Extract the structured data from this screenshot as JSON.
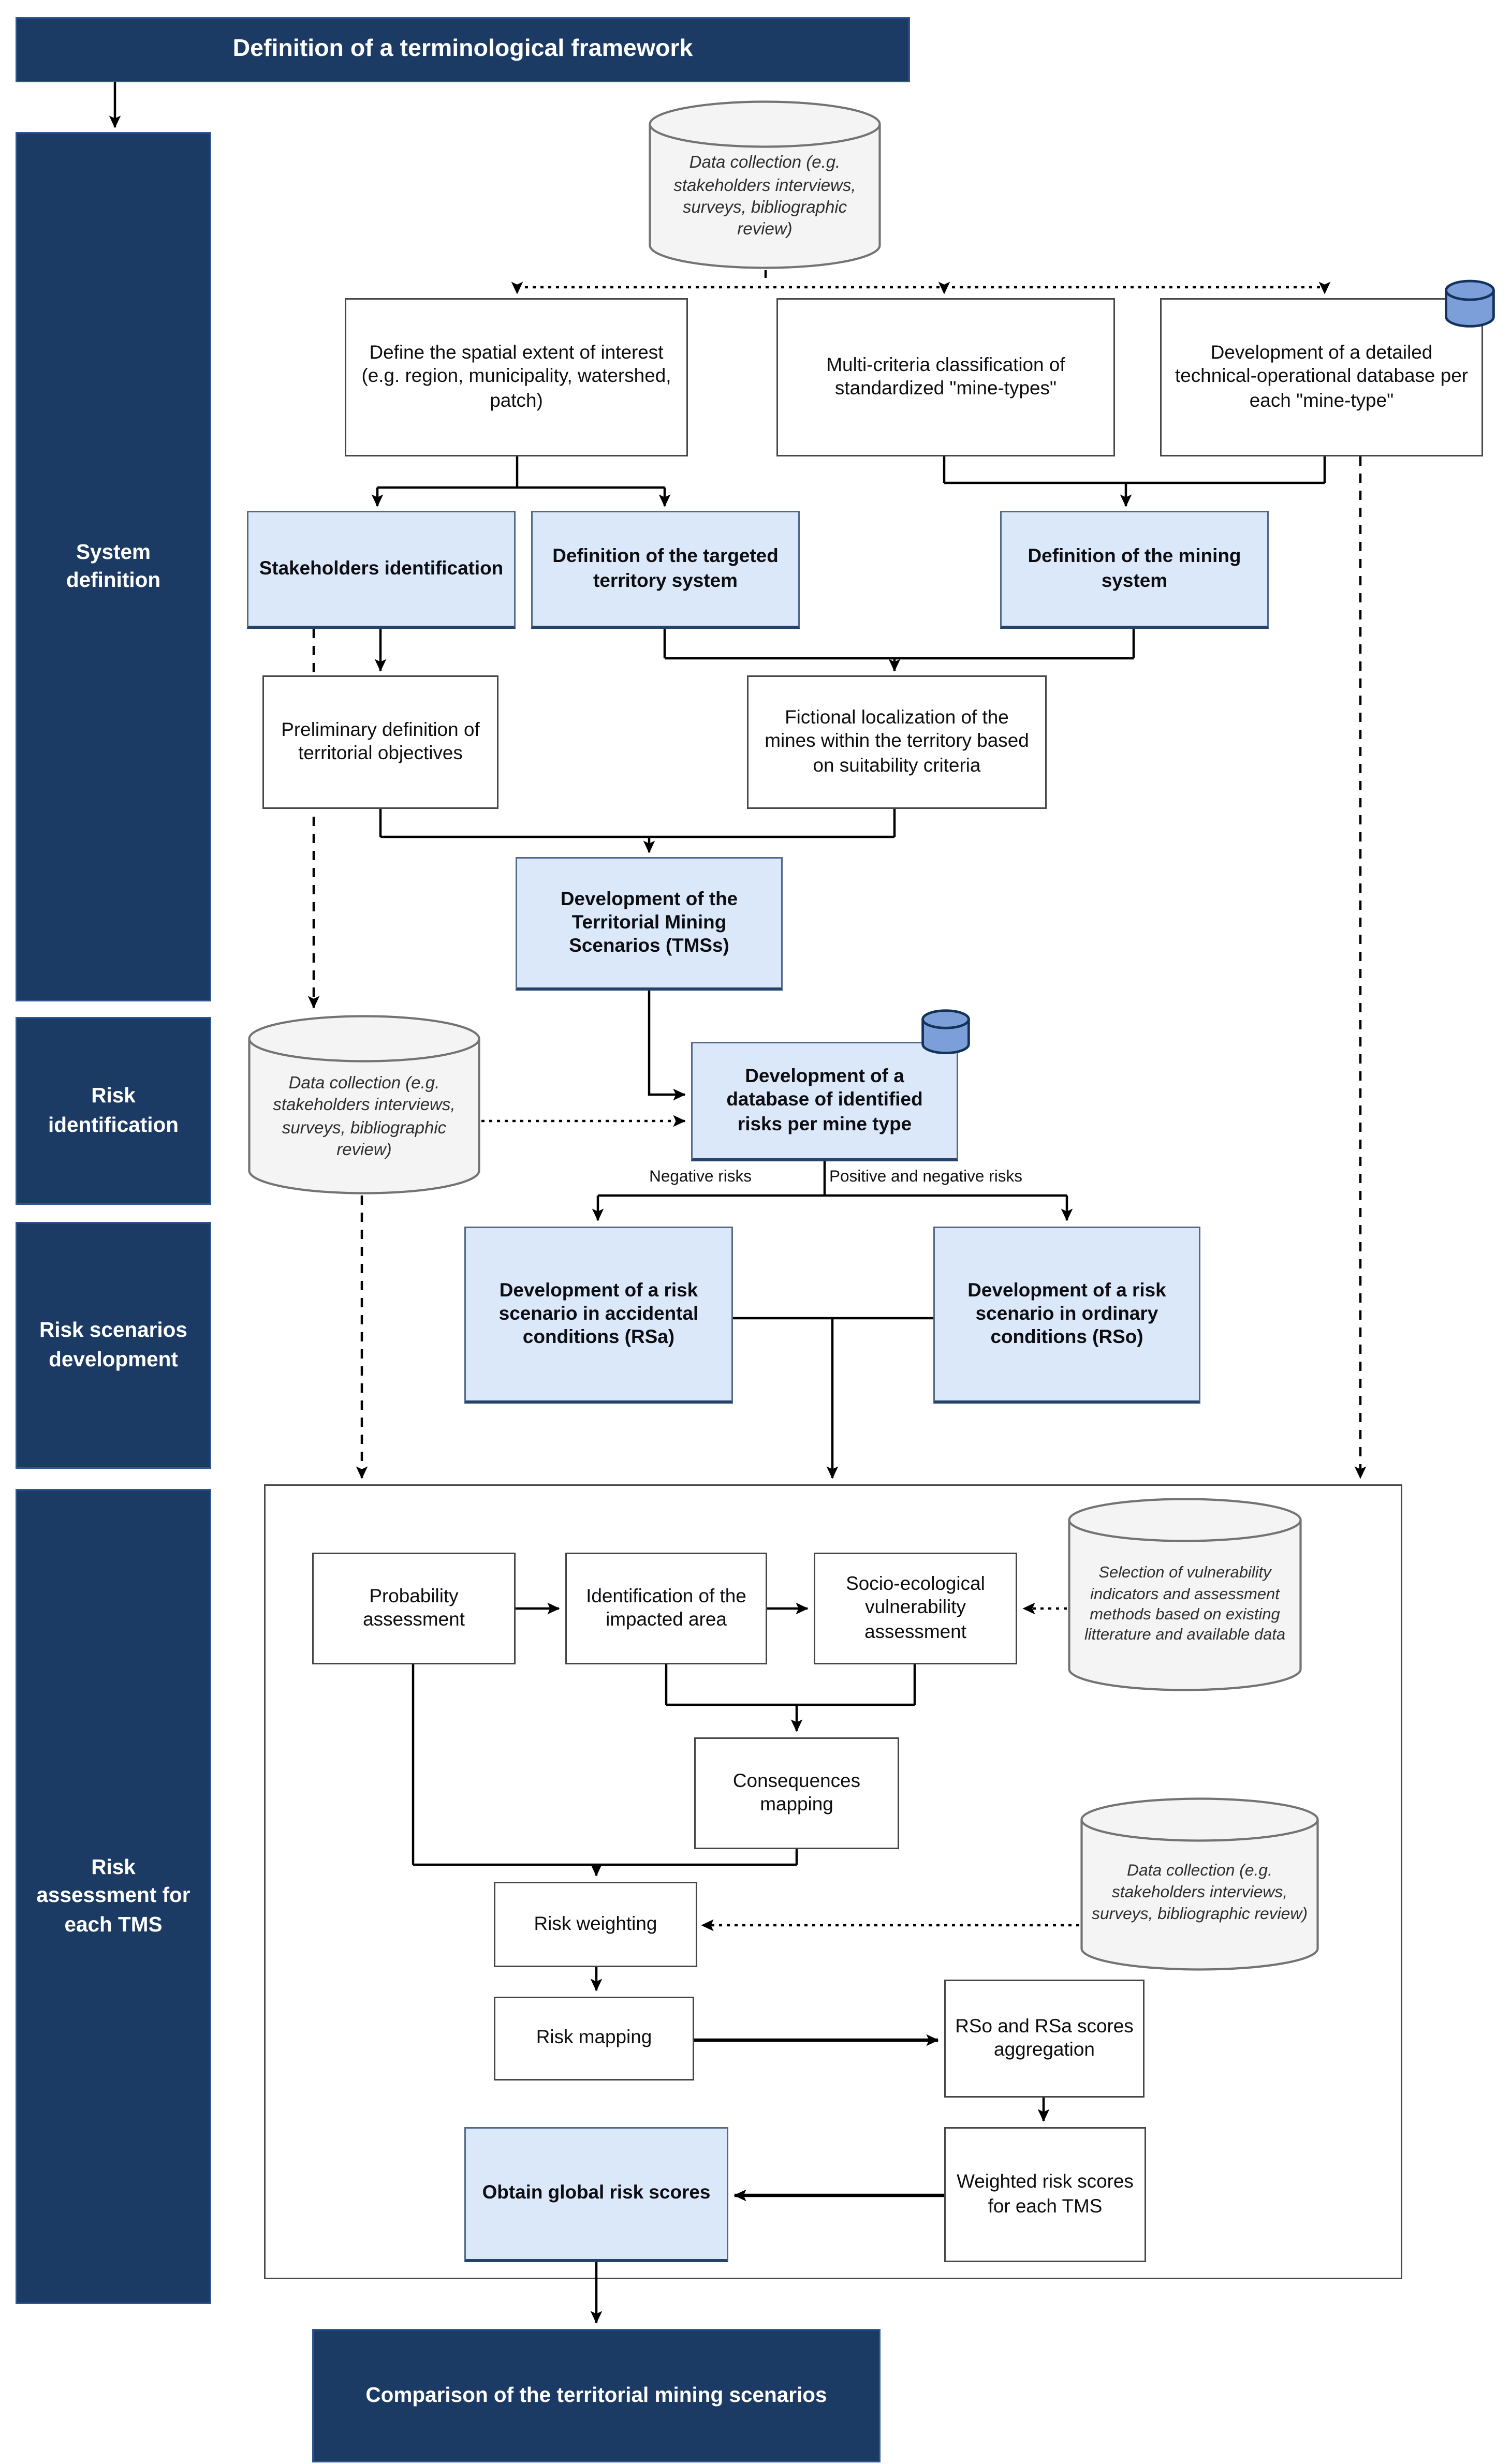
{
  "diagram_title": "Definition of a terminological framework",
  "sidebar": {
    "phases": [
      {
        "label": "System definition"
      },
      {
        "label": "Risk identification"
      },
      {
        "label": "Risk scenarios development"
      },
      {
        "label": "Risk assessment for each TMS"
      }
    ]
  },
  "nodes": {
    "define_spatial": {
      "label": "Define the spatial extent of interest (e.g. region, municipality, watershed, patch)"
    },
    "multi_criteria": {
      "label": "Multi-criteria classification of standardized \"mine-types\""
    },
    "technical_database": {
      "label": "Development of a detailed technical-operational database per each \"mine-type\""
    },
    "stakeholders_identification": {
      "label": "Stakeholders identification"
    },
    "definition_territory_system": {
      "label": "Definition of the targeted territory system"
    },
    "definition_mining_system": {
      "label": "Definition of the mining system"
    },
    "preliminary_objectives": {
      "label": "Preliminary definition of territorial objectives"
    },
    "fictional_localization": {
      "label": "Fictional localization of the mines within the territory based on suitability criteria"
    },
    "tms_development": {
      "label": "Development of the Territorial Mining Scenarios (TMSs)"
    },
    "risk_database": {
      "label": "Development of a database of identified risks per mine type"
    },
    "rsa": {
      "label": "Development of a risk scenario in accidental conditions (RSa)"
    },
    "rso": {
      "label": "Development of a risk scenario in ordinary conditions (RSo)"
    },
    "probability_assessment": {
      "label": "Probability assessment"
    },
    "impacted_area": {
      "label": "Identification of the impacted area"
    },
    "socio_vulnerability": {
      "label": "Socio-ecological vulnerability assessment"
    },
    "consequences_mapping": {
      "label": "Consequences mapping"
    },
    "risk_weighting": {
      "label": "Risk weighting"
    },
    "risk_mapping": {
      "label": "Risk mapping"
    },
    "scores_aggregation": {
      "label": "RSo and RSa scores aggregation"
    },
    "weighted_scores": {
      "label": "Weighted risk scores for each TMS"
    },
    "global_risk_scores": {
      "label": "Obtain global risk scores"
    },
    "comparison": {
      "label": "Comparison of the territorial mining scenarios"
    }
  },
  "cylinders": {
    "data_collection_system": {
      "label": "Data collection (e.g. stakeholders interviews, surveys, bibliographic review)"
    },
    "data_collection_risk": {
      "label": "Data collection (e.g. stakeholders interviews, surveys, bibliographic review)"
    },
    "vulnerability_selection": {
      "label": "Selection of vulnerability indicators and assessment methods based on existing litterature and available data"
    },
    "data_collection_weighting": {
      "label": "Data collection (e.g. stakeholders interviews, surveys, bibliographic review)"
    }
  },
  "edge_labels": {
    "negative_risks": {
      "label": "Negative risks"
    },
    "positive_negative_risks": {
      "label": "Positive and negative risks"
    }
  },
  "colors": {
    "navy": "#1b3a64",
    "node_blue_fill": "#dbe8fa",
    "node_blue_border": "#54688a",
    "white_node_border": "#474747",
    "cylinder_fill": "#f4f4f4",
    "cylinder_stroke": "#737373",
    "database_icon_fill": "#7d9fd9",
    "database_icon_stroke": "#14335c",
    "arrow": "#000000"
  }
}
